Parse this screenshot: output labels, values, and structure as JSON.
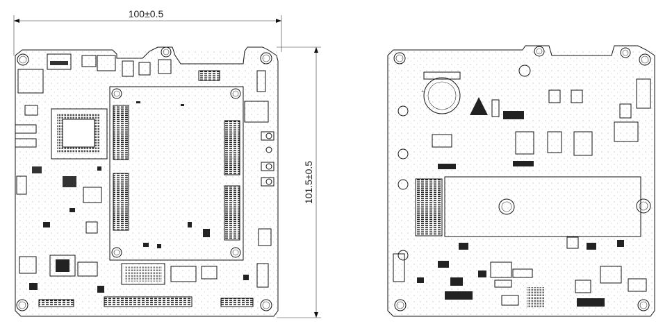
{
  "dimensions": {
    "width_label": "100±0.5",
    "height_label": "101.5±0.5"
  },
  "boards": [
    {
      "view": "top"
    },
    {
      "view": "bottom"
    }
  ]
}
